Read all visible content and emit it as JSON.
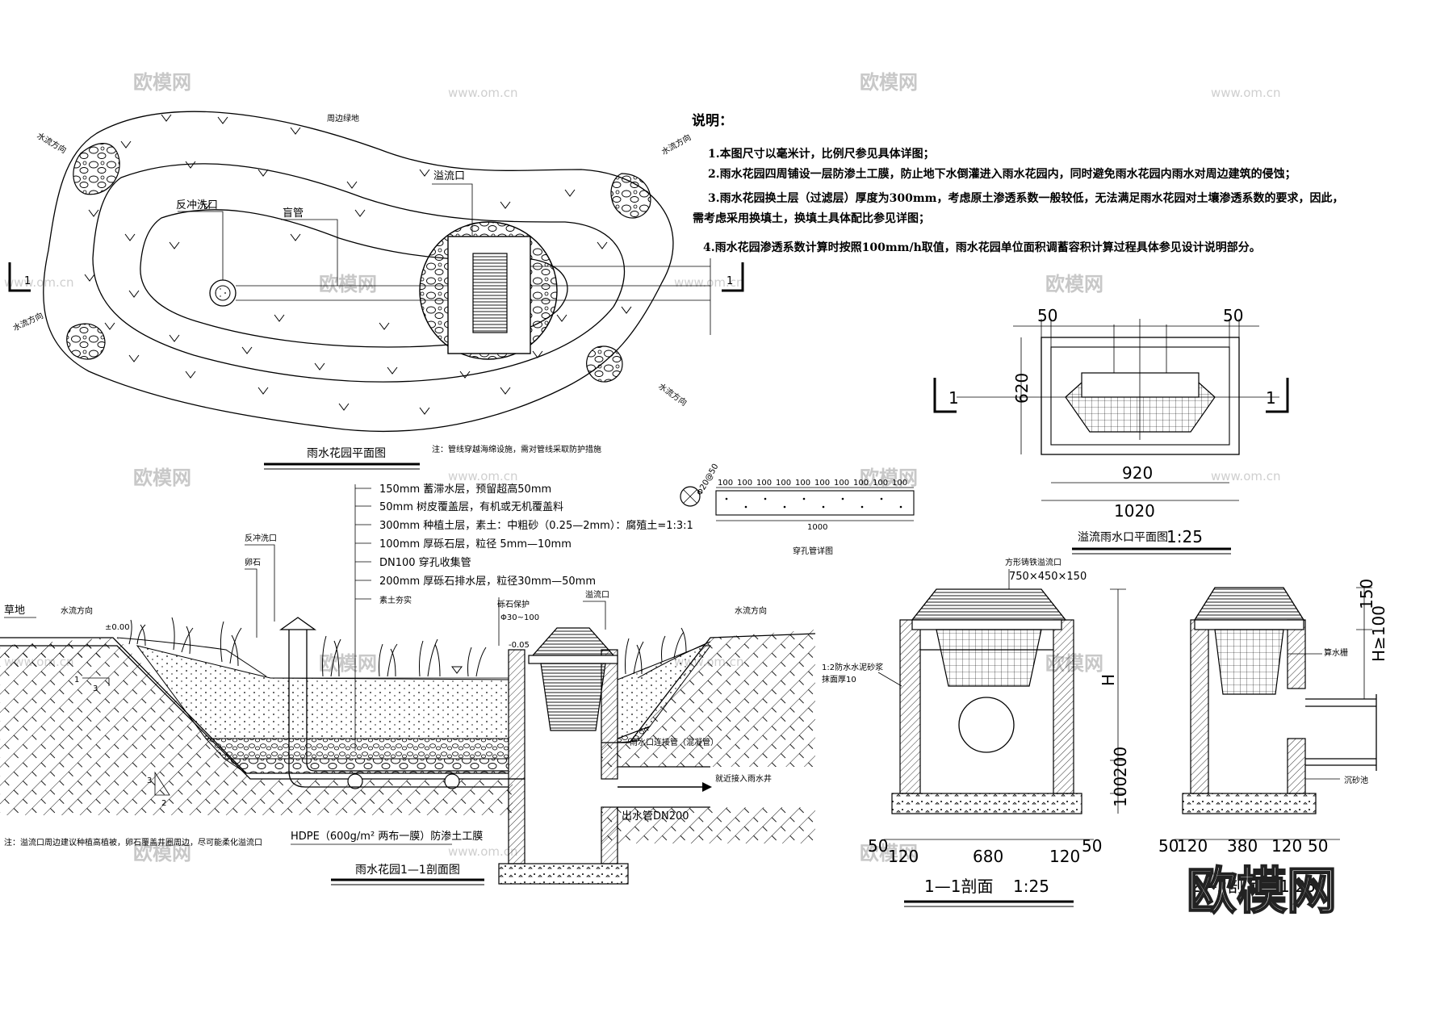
{
  "notes": {
    "heading": "说明：",
    "items": [
      "1.本图尺寸以毫米计，比例尺参见具体详图；",
      "2.雨水花园四周铺设一层防渗土工膜，防止地下水倒灌进入雨水花园内，同时避免雨水花园内雨水对周边建筑的侵蚀；",
      "3.雨水花园换土层（过滤层）厚度为300mm，考虑原土渗透系数一般较低，无法满足雨水花园对土壤渗透系数的要求，因此，",
      "需考虑采用换填土，换填土具体配比参见详图；",
      "4.雨水花园渗透系数计算时按照100mm/h取值，雨水花园单位面积调蓄容积计算过程具体参见设计说明部分。"
    ]
  },
  "plan": {
    "title": "雨水花园平面图",
    "note": "注：管线穿越海绵设施，需对管线采取防护措施",
    "labels": {
      "surrounding": "周边绿地",
      "overflow": "溢流口",
      "flush": "反冲洗口",
      "blind_pipe": "盲管",
      "flow": "水流方向",
      "cut": "1"
    }
  },
  "section": {
    "title": "雨水花园1—1剖面图",
    "layers": [
      "150mm 蓄滞水层，预留超高50mm",
      "50mm 树皮覆盖层，有机或无机覆盖料",
      "300mm 种植土层，素土：中粗砂（0.25—2mm）：腐殖土=1:3:1",
      "100mm 厚砾石层，粒径 5mm—10mm",
      "DN100 穿孔收集管",
      "200mm 厚砾石排水层，粒径30mm—50mm",
      "素土夯实"
    ],
    "labels": {
      "grass": "草地",
      "flow": "水流方向",
      "flush": "反冲洗口",
      "pebble": "卵石",
      "elev0": "±0.00",
      "elev1": "-0.05",
      "rock_guard": "砾石保护",
      "rock_size": "Φ30~100",
      "overflow": "溢流口",
      "overflow_pipe": "雨水口连接管（混凝管）",
      "to_well": "就近接入雨水井",
      "outlet": "出水管DN200",
      "geo": "HDPE（600g/m² 两布一膜）防渗土工膜",
      "slope1a": "1",
      "slope1b": "3",
      "slope2a": "3",
      "slope2b": "2"
    },
    "bottom_note": "注：溢流口周边建议种植高植被，卵石覆盖井圈周边，尽可能柔化溢流口"
  },
  "pipe_detail": {
    "title": "穿孔管详图",
    "spacing": [
      "100",
      "100",
      "100",
      "100",
      "100",
      "100",
      "100",
      "100",
      "100",
      "100"
    ],
    "total": "1000",
    "hole": "Φ20@50"
  },
  "overflow_plan": {
    "title": "溢流雨水口平面图",
    "scale": "1:25",
    "dims": {
      "left": "50",
      "right": "50",
      "height": "620",
      "inner": "920",
      "outer": "1020",
      "cut": "1"
    }
  },
  "section_11": {
    "title": "1—1剖面",
    "scale": "1:25",
    "grate": "方形铸铁溢流口",
    "grate_size": "750×450×150",
    "mortar1": "1:2防水水泥砂浆",
    "mortar2": "抹面厚10",
    "dims": {
      "h": "H",
      "d200": "200",
      "d100": "100",
      "b50a": "50",
      "b120a": "120",
      "b680": "680",
      "b120b": "120",
      "b50b": "50"
    }
  },
  "section_22": {
    "title": "2—2剖面",
    "scale": "1:25",
    "label_grate": "算水栅",
    "label_sand": "沉砂池",
    "dims": {
      "d150": "150",
      "h100": "H≥100",
      "b50a": "50",
      "b120a": "120",
      "b380": "380",
      "b120b": "120",
      "b50b": "50"
    }
  },
  "watermark": {
    "logo": "欧模网",
    "url": "www.om.cn",
    "big": "欧模网"
  }
}
